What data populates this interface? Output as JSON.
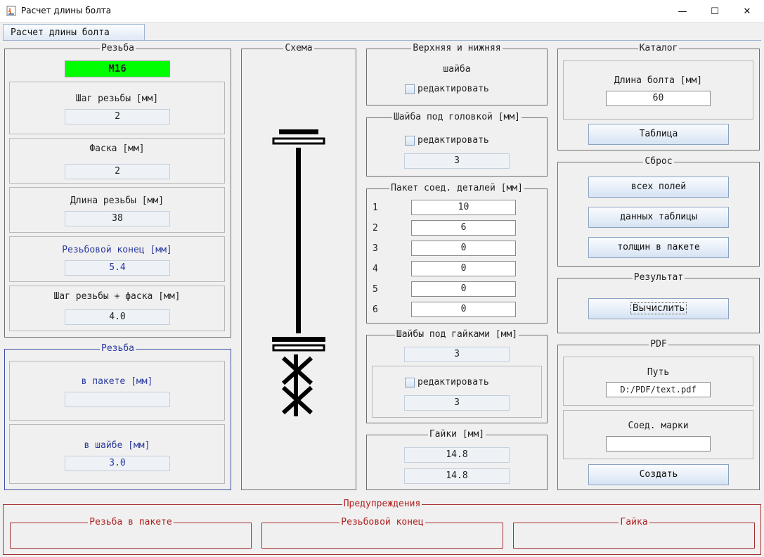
{
  "window": {
    "title": "Расчет длины болта",
    "minimize": "—",
    "maximize": "☐",
    "close": "✕"
  },
  "tab": {
    "label": "Расчет длины болта"
  },
  "thread": {
    "title": "Резьба",
    "size": "M16",
    "pitch_label": "Шаг резьбы [мм]",
    "pitch_value": "2",
    "chamfer_label": "Фаска [мм]",
    "chamfer_value": "2",
    "length_label": "Длина резьбы [мм]",
    "length_value": "38",
    "end_label": "Резьбовой конец [мм]",
    "end_value": "5.4",
    "pitch_chamfer_label": "Шаг резьбы + фаска [мм]",
    "pitch_chamfer_value": "4.0"
  },
  "thread2": {
    "title": "Резьба",
    "in_pack_label": "в пакете [мм]",
    "in_pack_value": "",
    "in_washer_label": "в шайбе [мм]",
    "in_washer_value": "3.0"
  },
  "scheme": {
    "title": "Схема"
  },
  "washers_top": {
    "title": "Верхняя и нижняя",
    "subtitle": "шайба",
    "edit_label": "редактировать"
  },
  "washer_head": {
    "title": "Шайба под головкой [мм]",
    "edit_label": "редактировать",
    "value": "3"
  },
  "pack": {
    "title": "Пакет соед. деталей [мм]",
    "rows": [
      {
        "n": "1",
        "value": "10"
      },
      {
        "n": "2",
        "value": "6"
      },
      {
        "n": "3",
        "value": "0"
      },
      {
        "n": "4",
        "value": "0"
      },
      {
        "n": "5",
        "value": "0"
      },
      {
        "n": "6",
        "value": "0"
      }
    ]
  },
  "washers_nuts": {
    "title": "Шайбы под гайками [мм]",
    "value1": "3",
    "edit_label": "редактировать",
    "value2": "3"
  },
  "nuts": {
    "title": "Гайки [мм]",
    "value1": "14.8",
    "value2": "14.8"
  },
  "catalog": {
    "title": "Каталог",
    "length_label": "Длина болта [мм]",
    "length_value": "60",
    "table_button": "Таблица"
  },
  "reset": {
    "title": "Сброс",
    "all_fields": "всех полей",
    "table_data": "данных таблицы",
    "pack_thickness": "толщин в пакете"
  },
  "result": {
    "title": "Результат",
    "calc_button": "Вычислить"
  },
  "pdf": {
    "title": "PDF",
    "path_label": "Путь",
    "path_value": "D:/PDF/text.pdf",
    "marks_label": "Соед. марки",
    "marks_value": "",
    "create_button": "Создать"
  },
  "warnings": {
    "title": "Предупреждения",
    "thread_in_pack": "Резьба в пакете",
    "thread_end": "Резьбовой конец",
    "nut": "Гайка"
  }
}
